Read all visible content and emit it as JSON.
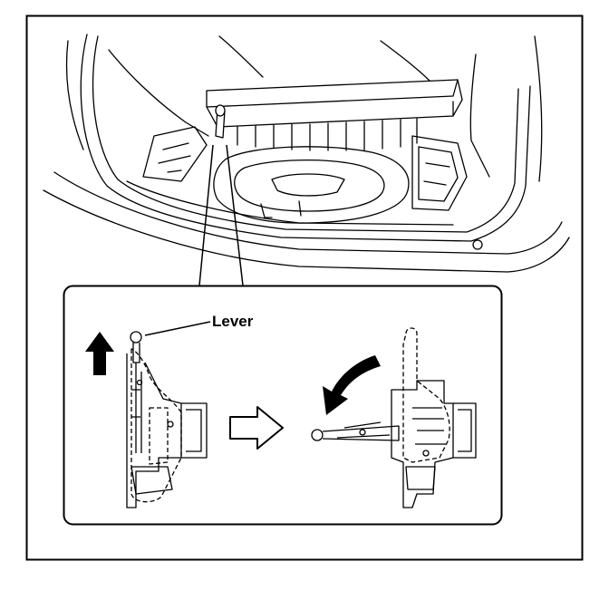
{
  "callouts": {
    "lever_label": "Lever"
  },
  "colors": {
    "ink": "#000000",
    "paper": "#ffffff"
  },
  "steps": [
    {
      "name": "lever-raised",
      "motion": "pull-up-arrow"
    },
    {
      "name": "lever-rotated",
      "motion": "rotate-arrow"
    }
  ]
}
